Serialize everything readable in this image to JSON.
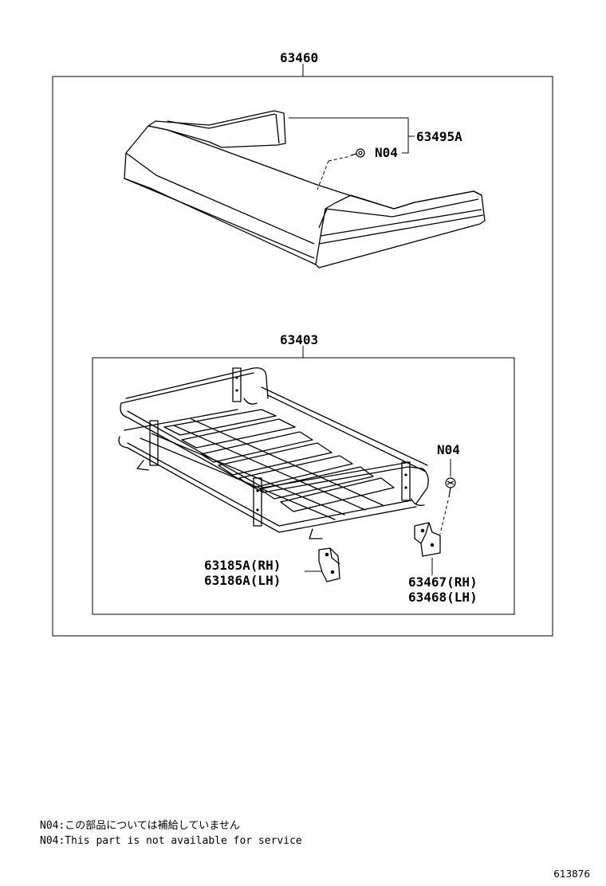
{
  "parts": {
    "assembly": "63460",
    "cover_part": "63495A",
    "clip_note_ref_top": "N04",
    "rack": "63403",
    "clip_note_ref_right": "N04",
    "bracket_front_rh": "63185A(RH)",
    "bracket_front_lh": "63186A(LH)",
    "bracket_rear_rh": "63467(RH)",
    "bracket_rear_lh": "63468(LH)"
  },
  "notes": {
    "line1": "N04:この部品については補給していません",
    "line2": "N04:This part is not available for service"
  },
  "diagram_code": "613876"
}
